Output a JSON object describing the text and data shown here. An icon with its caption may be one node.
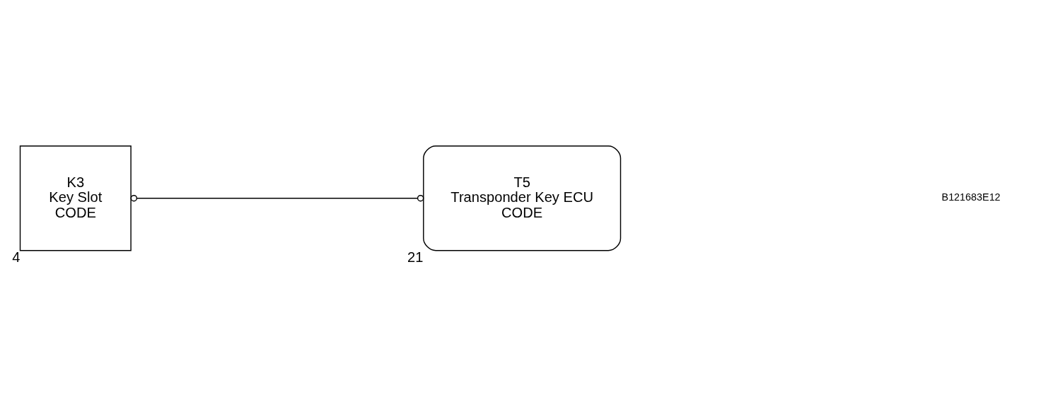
{
  "diagram": {
    "nodes": [
      {
        "text": [
          "K3",
          "Key Slot",
          "CODE"
        ],
        "beside": [
          "4"
        ]
      },
      {
        "text": [
          "T5",
          "Transponder Key ECU",
          "CODE"
        ],
        "beside": [
          "21"
        ]
      }
    ],
    "edges": [
      {
        "from": 0,
        "to": 1,
        "arrow": "other"
      }
    ],
    "labels": [
      "B121683E12"
    ]
  }
}
